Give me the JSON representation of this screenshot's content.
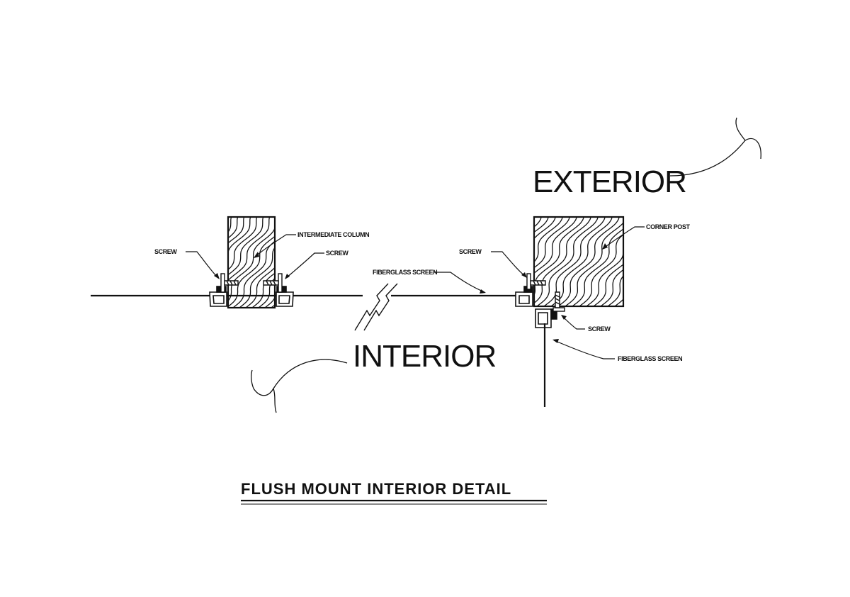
{
  "labels": {
    "exterior": "EXTERIOR",
    "interior": "INTERIOR",
    "intermediate_column": "INTERMEDIATE COLUMN",
    "screw_left_1": "SCREW",
    "screw_left_2": "SCREW",
    "fiberglass_screen_top": "FIBERGLASS SCREEN",
    "screw_corner_top": "SCREW",
    "corner_post": "CORNER POST",
    "screw_corner_bottom": "SCREW",
    "fiberglass_screen_bottom": "FIBERGLASS SCREEN"
  },
  "title": "FLUSH MOUNT INTERIOR DETAIL",
  "colors": {
    "ink": "#111111",
    "paper": "#ffffff"
  }
}
